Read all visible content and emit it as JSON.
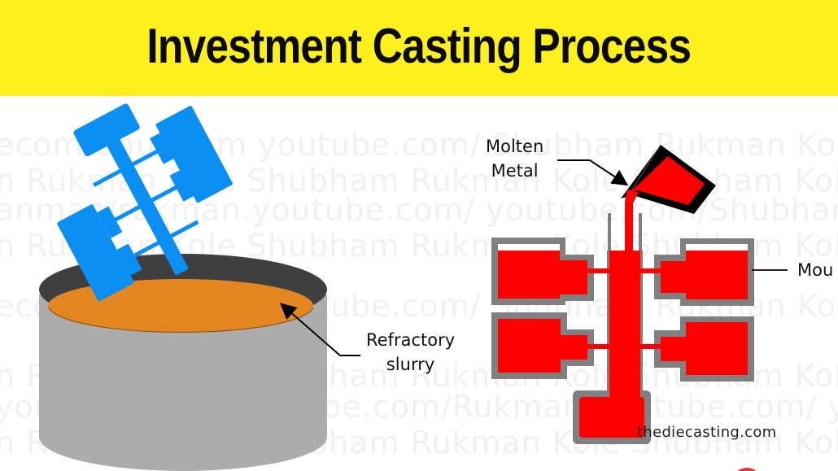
{
  "header": {
    "title": "Investment Casting Process",
    "background_color": "#fdf01c"
  },
  "watermark": {
    "lines": [
      "ecom/Shubham  youtube.com/    Shubham Rukman Kole  youtu",
      "n Rukman Kole  Shubham Rukman Kole  Shubham Kole  Shub",
      "anman/rukman.youtube.com/     youtube.com/ShubhamTech  yout",
      "n Rukman Kole  Shubham Rukman Kole  Shubham Kole  Shub",
      "ecom/Shubham  youtube.com/    Shubham Rukman Kole  youtu",
      "n Rukman Kole  Shubham Rukman Kole  Shubham Kole  Shub",
      "youtube.com/  youtube.com/Rukman  youtube.com/  youtu",
      "n Rukman Kole  Shubham Rukman Kole  Shubham Kole  Shub"
    ]
  },
  "left_panel": {
    "name": "slurry-dipping",
    "labels": {
      "slurry": [
        "Refractory",
        "slurry"
      ]
    },
    "colors": {
      "wax_tree": "#0c8ff2",
      "slurry": "#e38620",
      "container_side": "#acacac",
      "container_inner": "#3f3f3f"
    }
  },
  "right_panel": {
    "name": "metal-pouring",
    "labels": {
      "molten_metal": [
        "Molten",
        "Metal"
      ],
      "mould": "Mou"
    },
    "colors": {
      "metal": "#ff0000",
      "mould_shell": "#808080",
      "ladle": "#000000"
    }
  },
  "footer": {
    "credit": "thediecasting.com"
  }
}
